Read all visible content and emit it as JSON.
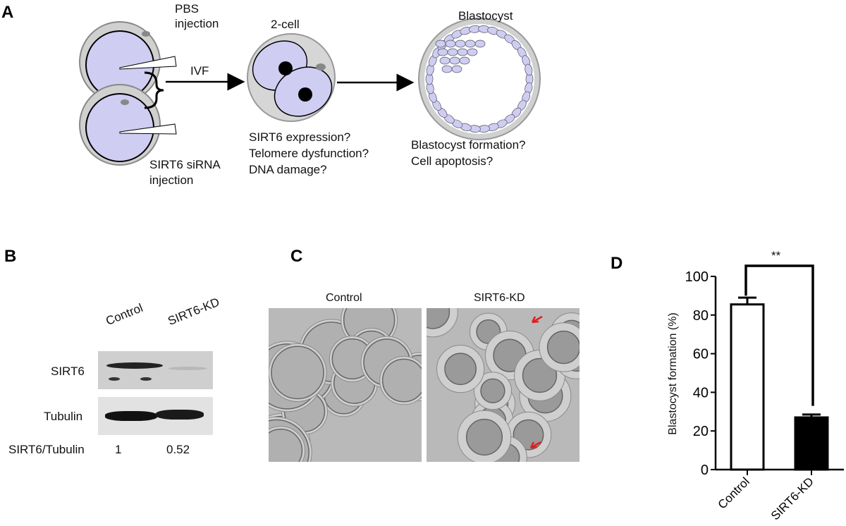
{
  "panel_a": {
    "label": "A",
    "pbs": [
      "PBS",
      "injection"
    ],
    "sirna": [
      "SIRT6 siRNA",
      "injection"
    ],
    "ivf": "IVF",
    "two_cell": "2-cell",
    "blastocyst": "Blastocyst",
    "questions_2cell": [
      "SIRT6 expression?",
      "Telomere dysfunction?",
      "DNA damage?"
    ],
    "questions_blast": [
      "Blastocyst formation?",
      "Cell apoptosis?"
    ],
    "cell_fill": "#cfcdf1"
  },
  "panel_b": {
    "label": "B",
    "lanes": [
      "Control",
      "SIRT6-KD"
    ],
    "rows": [
      "SIRT6",
      "Tubulin"
    ],
    "ratio_label": "SIRT6/Tubulin",
    "ratios": [
      "1",
      "0.52"
    ]
  },
  "panel_c": {
    "label": "C",
    "images": [
      "Control",
      "SIRT6-KD"
    ],
    "arrow_color": "#e02020"
  },
  "panel_d": {
    "label": "D"
  },
  "chart_data": {
    "type": "bar",
    "categories": [
      "Control",
      "SIRT6-KD"
    ],
    "values": [
      85.5,
      27
    ],
    "errors": [
      3.5,
      1.5
    ],
    "fills": [
      "#ffffff",
      "#000000"
    ],
    "ylabel": "Blastocyst formation (%)",
    "ylim": [
      0,
      100
    ],
    "yticks": [
      0,
      20,
      40,
      60,
      80,
      100
    ],
    "significance": "**",
    "grid": false
  }
}
